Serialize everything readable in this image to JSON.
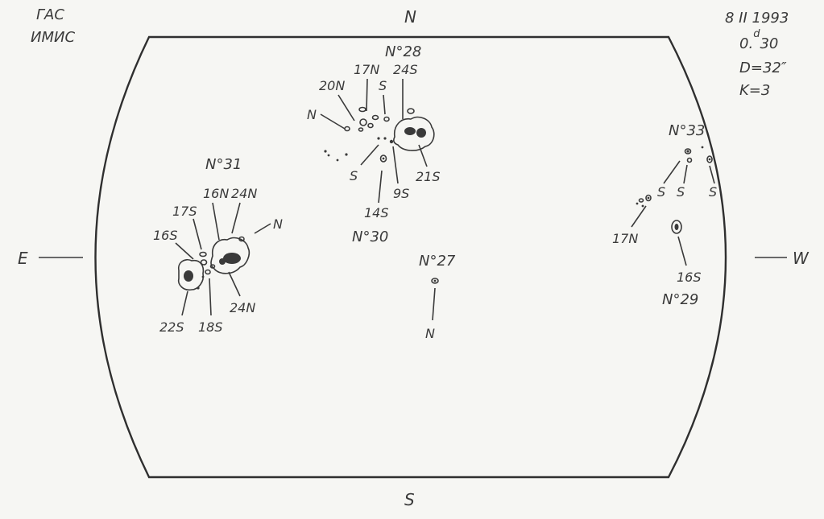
{
  "header": {
    "observatory_line1": "ГАС",
    "observatory_line2": "ИМИС",
    "date": "8 II 1993",
    "time": "0.d30",
    "time_main": "0.",
    "time_sup": "d",
    "time_tail": "30",
    "diameter": "D=32″",
    "k_value": "K=3"
  },
  "compass": {
    "north": "N",
    "south": "S",
    "east": "E",
    "west": "W"
  },
  "groups": [
    {
      "id": "N°28",
      "labels": [
        "20N",
        "17N",
        "S",
        "24S",
        "N",
        "S",
        "9S",
        "21S"
      ]
    },
    {
      "id": "N°30",
      "labels": [
        "14S"
      ]
    },
    {
      "id": "N°31",
      "labels": [
        "17S",
        "16N",
        "24N",
        "N",
        "16S",
        "22S",
        "18S",
        "24N"
      ]
    },
    {
      "id": "N°27",
      "labels": [
        "N"
      ]
    },
    {
      "id": "N°33",
      "labels": [
        "S",
        "S",
        "S",
        "17N"
      ]
    },
    {
      "id": "N°29",
      "labels": [
        "16S"
      ]
    }
  ]
}
